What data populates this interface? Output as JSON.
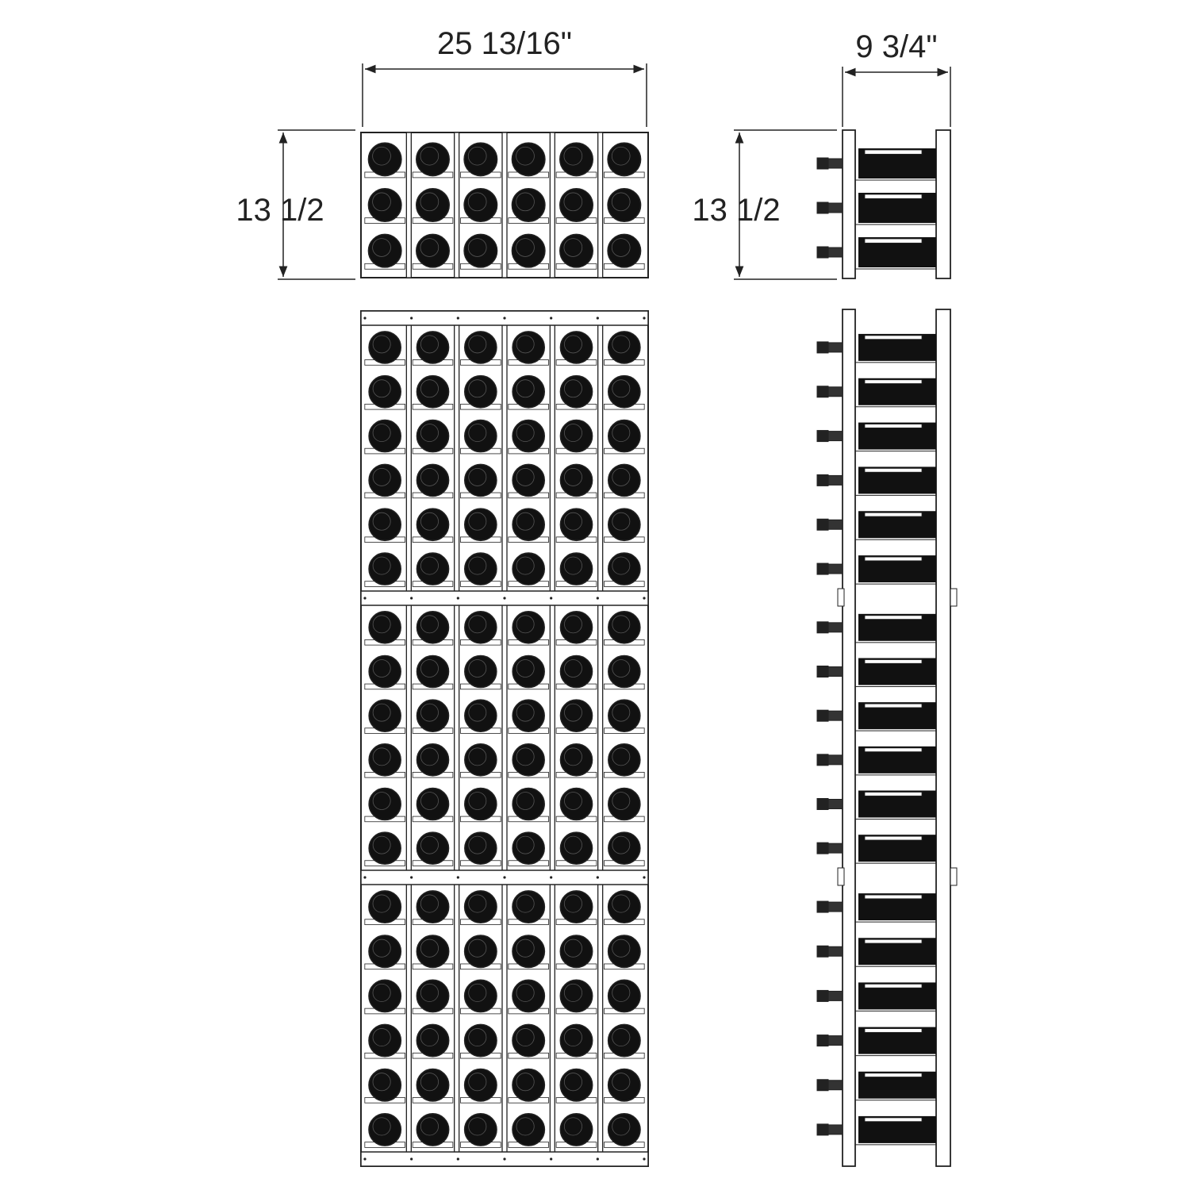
{
  "dimensions": {
    "front_width": "25 13/16\"",
    "front_height": "13 1/2",
    "side_depth": "9 3/4\"",
    "side_height": "13 1/2"
  },
  "rack": {
    "columns": 6,
    "rows_per_module": 6,
    "modules_stacked": 3,
    "detail_module_rows": 3
  },
  "colors": {
    "line": "#222222",
    "bottle": "#111111",
    "background": "#ffffff"
  }
}
